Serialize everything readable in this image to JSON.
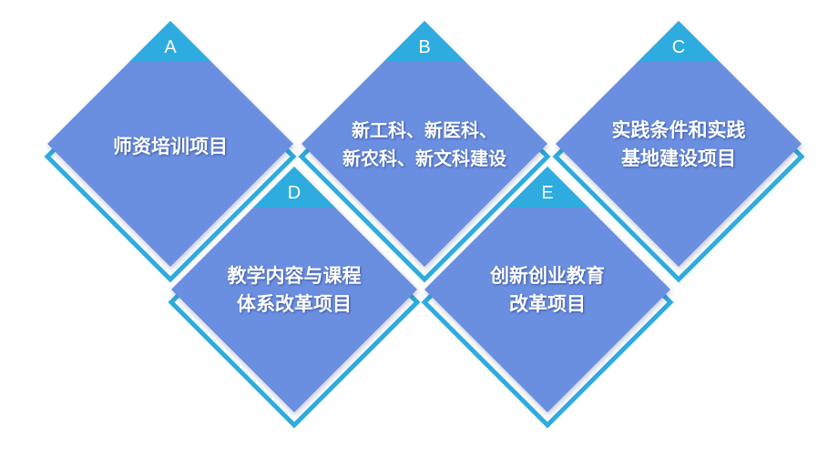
{
  "colors": {
    "diamond_fill": "#6B8EE0",
    "outline": "#2EABDF",
    "tab": "#2EABDF",
    "text": "#FFFFFF"
  },
  "cards": [
    {
      "letter": "A",
      "lines": [
        "师资培训项目"
      ]
    },
    {
      "letter": "B",
      "lines": [
        "新工科、新医科、",
        "新农科、新文科建设"
      ]
    },
    {
      "letter": "C",
      "lines": [
        "实践条件和实践",
        "基地建设项目"
      ]
    },
    {
      "letter": "D",
      "lines": [
        "教学内容与课程",
        "体系改革项目"
      ]
    },
    {
      "letter": "E",
      "lines": [
        "创新创业教育",
        "改革项目"
      ]
    }
  ]
}
